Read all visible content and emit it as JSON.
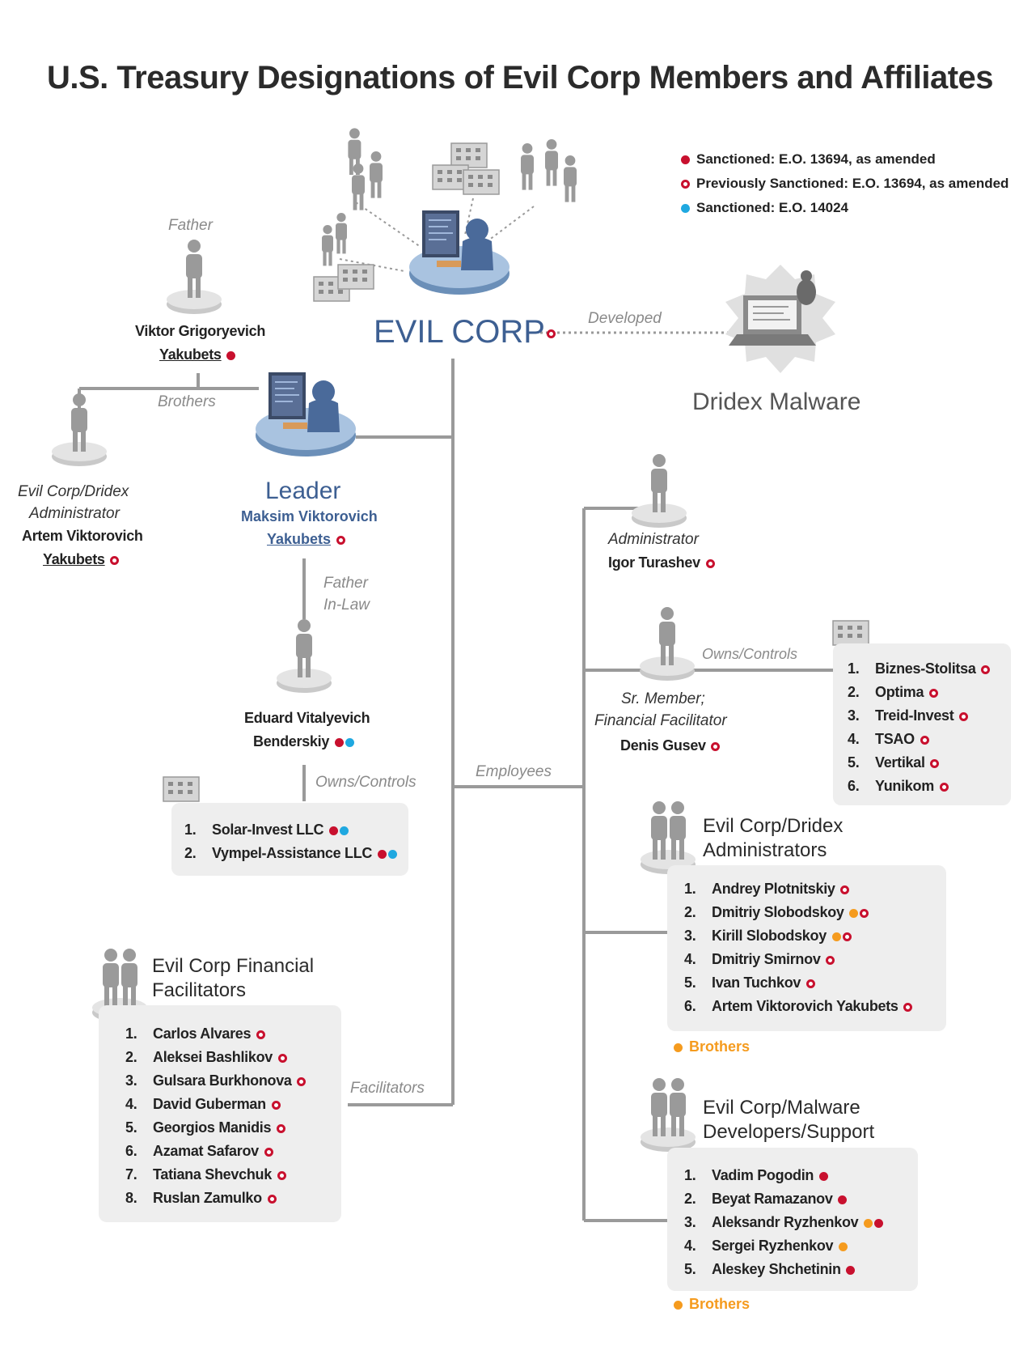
{
  "title": "U.S. Treasury Designations of Evil Corp Members and Affiliates",
  "legend": [
    {
      "marker": "sanctioned",
      "label": "Sanctioned: E.O. 13694, as amended",
      "color": "#c8102e"
    },
    {
      "marker": "previously",
      "label": "Previously Sanctioned: E.O. 13694, as amended",
      "color": "#c8102e"
    },
    {
      "marker": "e14024",
      "label": "Sanctioned: E.O. 14024",
      "color": "#1fa8e0"
    }
  ],
  "center": {
    "name": "EVIL CORP",
    "developed_label": "Developed",
    "malware": "Dridex Malware"
  },
  "father": {
    "role": "Father",
    "first": "Viktor Grigoryevich",
    "last": "Yakubets"
  },
  "brothers_label": "Brothers",
  "artem": {
    "role1": "Evil Corp/Dridex",
    "role2": "Administrator",
    "first": "Artem Viktorovich",
    "last": "Yakubets"
  },
  "leader": {
    "role": "Leader",
    "first": "Maksim Viktorovich",
    "last": "Yakubets"
  },
  "father_in_law_label": [
    "Father",
    "In-Law"
  ],
  "bendersky": {
    "first": "Eduard Vitalyevich",
    "last": "Benderskiy"
  },
  "bendersky_owns_label": "Owns/Controls",
  "bendersky_companies": [
    {
      "num": "1.",
      "name": "Solar-Invest LLC"
    },
    {
      "num": "2.",
      "name": "Vympel-Assistance LLC"
    }
  ],
  "employees_label": "Employees",
  "facilitators_label": "Facilitators",
  "turashev": {
    "role": "Administrator",
    "name": "Igor Turashev"
  },
  "gusev": {
    "role1": "Sr. Member;",
    "role2": "Financial Facilitator",
    "name": "Denis Gusev"
  },
  "gusev_owns_label": "Owns/Controls",
  "gusev_companies": [
    {
      "num": "1.",
      "name": "Biznes-Stolitsa"
    },
    {
      "num": "2.",
      "name": "Optima"
    },
    {
      "num": "3.",
      "name": "Treid-Invest"
    },
    {
      "num": "4.",
      "name": "TSAO"
    },
    {
      "num": "5.",
      "name": "Vertikal"
    },
    {
      "num": "6.",
      "name": "Yunikom"
    }
  ],
  "admins": {
    "heading": [
      "Evil Corp/Dridex",
      "Administrators"
    ],
    "members": [
      {
        "num": "1.",
        "name": "Andrey Plotnitskiy"
      },
      {
        "num": "2.",
        "name": "Dmitriy Slobodskoy"
      },
      {
        "num": "3.",
        "name": "Kirill Slobodskoy"
      },
      {
        "num": "4.",
        "name": "Dmitriy Smirnov"
      },
      {
        "num": "5.",
        "name": "Ivan Tuchkov"
      },
      {
        "num": "6.",
        "name": "Artem Viktorovich Yakubets"
      }
    ],
    "note": "Brothers"
  },
  "developers": {
    "heading": [
      "Evil Corp/Malware",
      "Developers/Support"
    ],
    "members": [
      {
        "num": "1.",
        "name": "Vadim Pogodin"
      },
      {
        "num": "2.",
        "name": "Beyat Ramazanov"
      },
      {
        "num": "3.",
        "name": "Aleksandr Ryzhenkov"
      },
      {
        "num": "4.",
        "name": "Sergei Ryzhenkov"
      },
      {
        "num": "5.",
        "name": "Aleskey Shchetinin"
      }
    ],
    "note": "Brothers"
  },
  "financial": {
    "heading": [
      "Evil Corp Financial",
      "Facilitators"
    ],
    "members": [
      {
        "num": "1.",
        "name": "Carlos Alvares"
      },
      {
        "num": "2.",
        "name": "Aleksei Bashlikov"
      },
      {
        "num": "3.",
        "name": "Gulsara Burkhonova"
      },
      {
        "num": "4.",
        "name": "David Guberman"
      },
      {
        "num": "5.",
        "name": "Georgios Manidis"
      },
      {
        "num": "6.",
        "name": "Azamat Safarov"
      },
      {
        "num": "7.",
        "name": "Tatiana Shevchuk"
      },
      {
        "num": "8.",
        "name": "Ruslan Zamulko"
      }
    ]
  }
}
